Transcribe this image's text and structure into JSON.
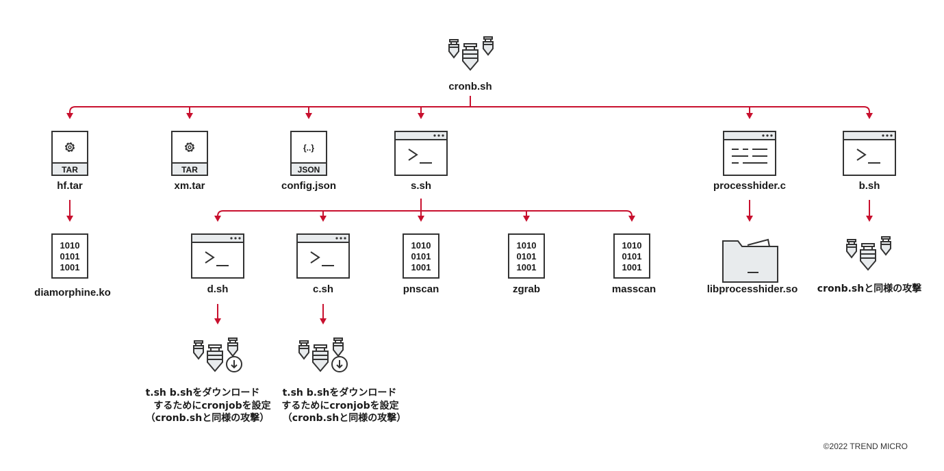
{
  "root": {
    "label": "cronb.sh",
    "icon": "bombs-icon"
  },
  "nodes": {
    "hf_tar": {
      "label": "hf.tar",
      "tag": "TAR",
      "icon": "gear-icon"
    },
    "xm_tar": {
      "label": "xm.tar",
      "tag": "TAR",
      "icon": "gear-icon"
    },
    "config_json": {
      "label": "config.json",
      "tag": "JSON",
      "glyph": "{..}"
    },
    "s_sh": {
      "label": "s.sh",
      "icon": "terminal-icon"
    },
    "processhider_c": {
      "label": "processhider.c",
      "icon": "code-window-icon"
    },
    "b_sh": {
      "label": "b.sh",
      "icon": "terminal-icon"
    },
    "diamorphine_ko": {
      "label": "diamorphine.ko",
      "binary": [
        "1010",
        "0101",
        "1001"
      ]
    },
    "d_sh": {
      "label": "d.sh",
      "icon": "terminal-icon"
    },
    "c_sh": {
      "label": "c.sh",
      "icon": "terminal-icon"
    },
    "pnscan": {
      "label": "pnscan",
      "binary": [
        "1010",
        "0101",
        "1001"
      ]
    },
    "zgrab": {
      "label": "zgrab",
      "binary": [
        "1010",
        "0101",
        "1001"
      ]
    },
    "masscan": {
      "label": "masscan",
      "binary": [
        "1010",
        "0101",
        "1001"
      ]
    },
    "libprocesshider_so": {
      "label": "libprocesshider.so",
      "icon": "folder-icon"
    },
    "b_sh_attack": {
      "label": "cronb.shと同様の攻撃",
      "icon": "bombs-icon"
    },
    "d_sh_attack": {
      "lines": [
        "t.sh b.shをダウンロード",
        "するためにcronjobを設定",
        "（cronb.shと同様の攻撃）"
      ],
      "icon": "bombs-download-icon"
    },
    "c_sh_attack": {
      "lines": [
        "t.sh b.shをダウンロード",
        "するためにcronjobを設定",
        "（cronb.shと同様の攻撃）"
      ],
      "icon": "bombs-download-icon"
    }
  },
  "copyright": "©2022 TREND MICRO",
  "colors": {
    "connector": "#c8102e",
    "icon_stroke": "#333333",
    "icon_fill": "#e8ebed"
  }
}
